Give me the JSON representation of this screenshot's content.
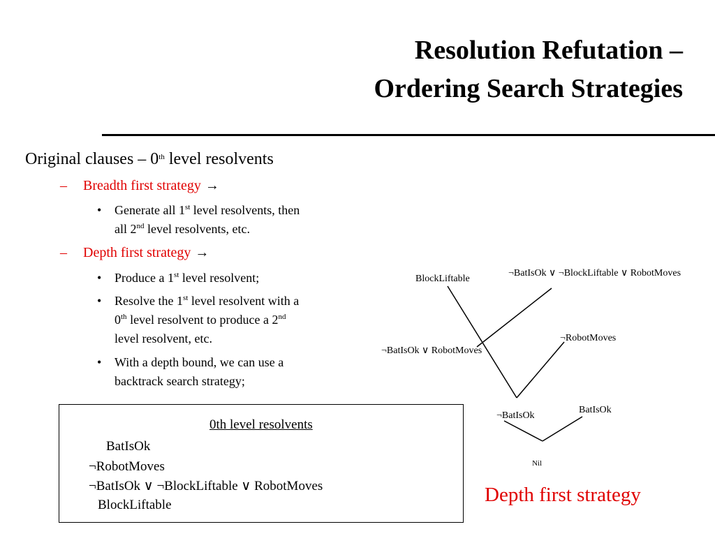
{
  "title": {
    "line1": "Resolution Refutation –",
    "line2": "Ordering Search Strategies"
  },
  "content": {
    "top_pre": "Original clauses – 0",
    "top_sup": "th",
    "top_post": " level resolvents",
    "breadth": {
      "dash": "–",
      "label": "Breadth first strategy",
      "arrow": "→",
      "bullet": "•",
      "item1_l1_pre": "Generate all 1",
      "item1_l1_sup": "st",
      "item1_l1_post": " level resolvents, then",
      "item1_l2_pre": "all 2",
      "item1_l2_sup": "nd",
      "item1_l2_post": " level resolvents, etc."
    },
    "depth": {
      "dash": "–",
      "label": "Depth first strategy",
      "arrow": "→",
      "bullet": "•",
      "item1_pre": "Produce a 1",
      "item1_sup": "st",
      "item1_post": " level resolvent;",
      "item2_l1_pre": "Resolve the 1",
      "item2_l1_sup": "st",
      "item2_l1_post": " level resolvent with a",
      "item2_l2_pre": "0",
      "item2_l2_sup": "th",
      "item2_l2_mid": " level resolvent to produce a 2",
      "item2_l2_sup2": "nd",
      "item2_l3": "level resolvent, etc.",
      "item3_l1": "With a depth bound, we can use a",
      "item3_l2": "backtrack search strategy;"
    }
  },
  "box": {
    "heading": "0th level resolvents",
    "clauses": [
      "BatIsOk",
      "¬RobotMoves",
      "¬BatIsOk ∨ ¬BlockLiftable ∨ RobotMoves",
      "BlockLiftable"
    ]
  },
  "tree": {
    "block_liftable": "BlockLiftable",
    "clause_full": "¬BatIsOk ∨ ¬BlockLiftable ∨ RobotMoves",
    "not_robot_moves": "¬RobotMoves",
    "resolvent1": "¬BatIsOk ∨ RobotMoves",
    "not_bat_is_ok": "¬BatIsOk",
    "bat_is_ok": "BatIsOk",
    "nil": "Nil"
  },
  "caption": "Depth first strategy",
  "colors": {
    "accent": "#e00000",
    "text": "#000000"
  }
}
